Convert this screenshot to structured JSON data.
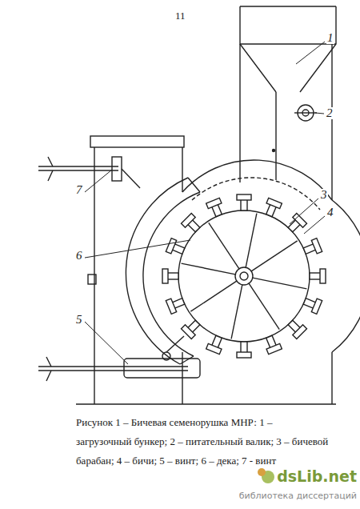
{
  "diagram": {
    "caption": "Рисунок 1 – Бичевая семенорушка МНР: 1 – загрузочный бункер; 2 – питательный валик; 3 – бичевой барабан; 4 – бичи; 5 – винт; 6 – дека; 7 - винт",
    "labels": [
      "11",
      "1",
      "2",
      "3",
      "4",
      "5",
      "6",
      "7",
      "dsLib.net",
      "библиотека диссертаций"
    ]
  }
}
